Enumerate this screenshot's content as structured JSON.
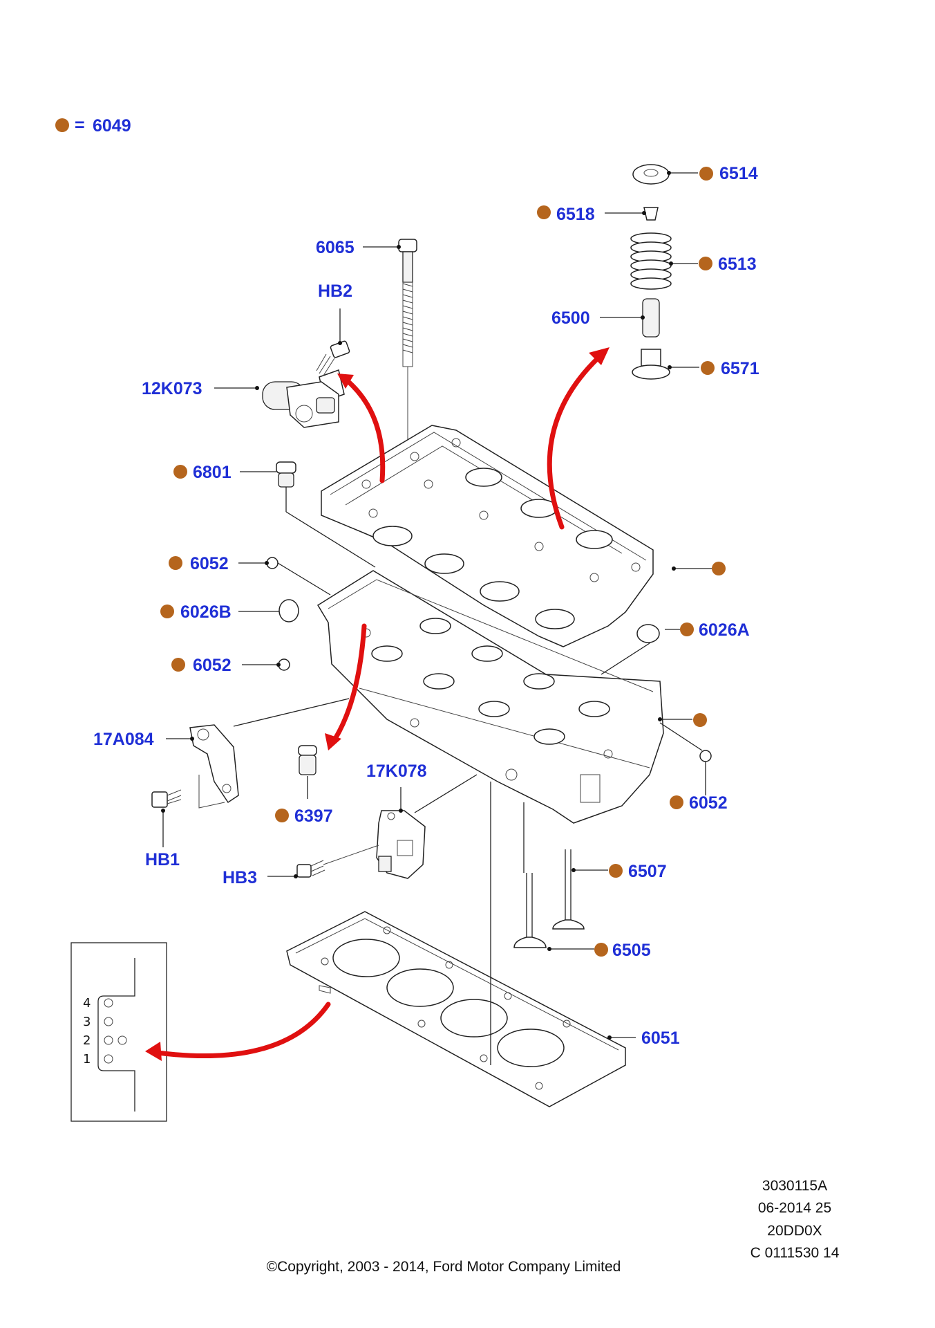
{
  "legend": {
    "marker_color": "#b5651d",
    "equals": "=",
    "code": "6049"
  },
  "callouts": {
    "c6514": "6514",
    "c6518": "6518",
    "c6513": "6513",
    "c6500": "6500",
    "c6571": "6571",
    "c6065": "6065",
    "hb2": "HB2",
    "c12k073": "12K073",
    "c6801": "6801",
    "c6052a": "6052",
    "c6026b": "6026B",
    "c6052b": "6052",
    "c6026a": "6026A",
    "c17a084": "17A084",
    "c17k078": "17K078",
    "c6397": "6397",
    "c6052c": "6052",
    "hb1": "HB1",
    "hb3": "HB3",
    "c6507": "6507",
    "c6505": "6505",
    "c6051": "6051"
  },
  "gasket_grade": {
    "labels": [
      "4",
      "3",
      "2",
      "1"
    ]
  },
  "footer": {
    "line1": "3030115A",
    "line2": "06-2014 25",
    "line3": "20DD0X",
    "line4": "C 0111530 14",
    "copyright": "©Copyright, 2003 - 2014, Ford Motor Company Limited"
  },
  "colors": {
    "label_blue": "#1f2fd6",
    "marker_brown": "#b5651d",
    "arrow_red": "#e01010"
  }
}
